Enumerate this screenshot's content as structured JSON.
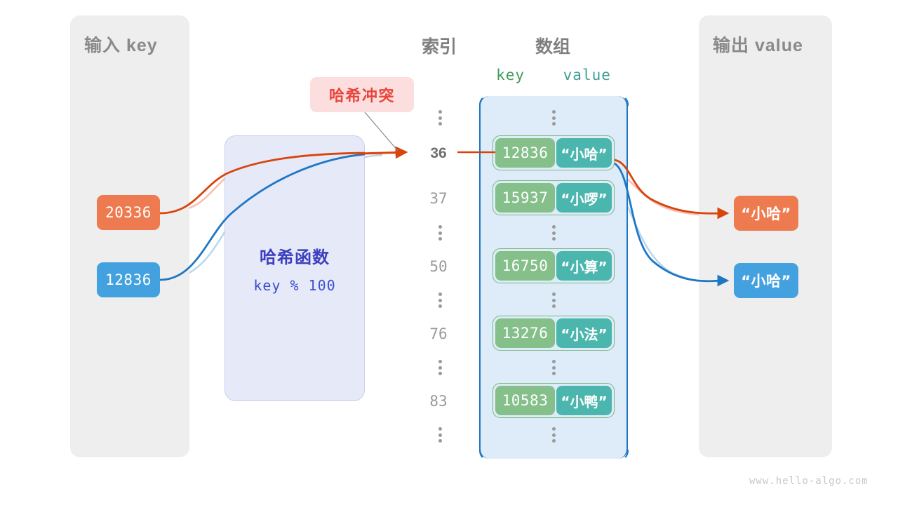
{
  "diagram": {
    "title_input": "输入 key",
    "title_output": "输出 value",
    "heading_index": "索引",
    "heading_array": "数组",
    "col_key": "key",
    "col_value": "value",
    "callout": "哈希冲突",
    "hash_function_title": "哈希函数",
    "hash_function_formula": "key % 100",
    "watermark": "www.hello-algo.com"
  },
  "inputs": [
    {
      "key": "20336",
      "color": "#ee7a4f"
    },
    {
      "key": "12836",
      "color": "#44a1e0"
    }
  ],
  "outputs": [
    {
      "value": "“小哈”",
      "color": "#ee7a4f"
    },
    {
      "value": "“小哈”",
      "color": "#44a1e0"
    }
  ],
  "index_column": [
    {
      "label": "⋮",
      "type": "dots"
    },
    {
      "label": "36",
      "type": "number",
      "highlight": true
    },
    {
      "label": "37",
      "type": "number",
      "highlight": false
    },
    {
      "label": "⋮",
      "type": "dots"
    },
    {
      "label": "50",
      "type": "number",
      "highlight": false
    },
    {
      "label": "⋮",
      "type": "dots"
    },
    {
      "label": "76",
      "type": "number",
      "highlight": false
    },
    {
      "label": "⋮",
      "type": "dots"
    },
    {
      "label": "83",
      "type": "number",
      "highlight": false
    },
    {
      "label": "⋮",
      "type": "dots"
    }
  ],
  "buckets": [
    {
      "index": "36",
      "key": "12836",
      "value": "“小哈”"
    },
    {
      "index": "37",
      "key": "15937",
      "value": "“小啰”"
    },
    {
      "index": "50",
      "key": "16750",
      "value": "“小算”"
    },
    {
      "index": "76",
      "key": "13276",
      "value": "“小法”"
    },
    {
      "index": "83",
      "key": "10583",
      "value": "“小鸭”"
    }
  ],
  "colors": {
    "panel_bg": "#eeeeee",
    "array_bg": "#ddecf8",
    "array_border": "#1f77c4",
    "key_cell": "#85bf8a",
    "value_cell": "#4bb6ad",
    "orange": "#ee7a4f",
    "blue": "#44a1e0",
    "callout_bg": "#fbdedd",
    "callout_text": "#e8453c",
    "hash_bg": "#e6e9f8",
    "hash_text": "#3b3fbf"
  }
}
